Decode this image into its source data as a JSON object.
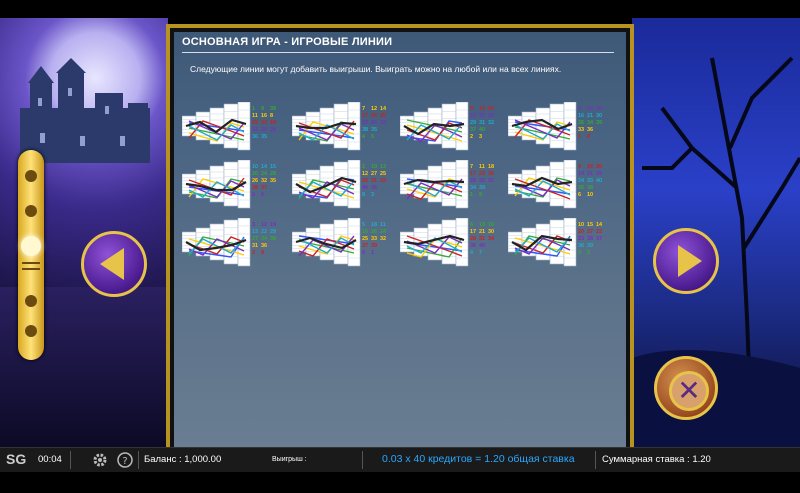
{
  "panel": {
    "title": "ОСНОВНАЯ ИГРА - ИГРОВЫЕ ЛИНИИ",
    "description": "Следующие линии могут добавить выигрыши. Выиграть можно на любой или на всех линиях."
  },
  "lines": [
    {
      "id": "r1c1",
      "labels": [
        "1",
        "11",
        "22",
        "31",
        "36",
        "9",
        "16",
        "23",
        "30",
        "35",
        "39",
        "8",
        "18",
        "28"
      ]
    },
    {
      "id": "r1c2",
      "labels": [
        "7",
        "17",
        "27",
        "38",
        "4",
        "12",
        "24",
        "34",
        "35",
        "5",
        "14",
        "25",
        "33"
      ]
    },
    {
      "id": "r1c3",
      "labels": [
        "9",
        "19",
        "29",
        "37",
        "2",
        "13",
        "23",
        "31",
        "40",
        "3",
        "15",
        "26",
        "32"
      ]
    },
    {
      "id": "r1c4",
      "labels": [
        "6",
        "16",
        "26",
        "33",
        "1",
        "10",
        "21",
        "34",
        "36",
        "8",
        "20",
        "30",
        "39"
      ]
    },
    {
      "id": "r2c1",
      "labels": [
        "10",
        "20",
        "26",
        "38",
        "5",
        "14",
        "24",
        "32",
        "37",
        "6",
        "15",
        "28",
        "35"
      ]
    },
    {
      "id": "r2c2",
      "labels": [
        "2",
        "12",
        "22",
        "40",
        "8",
        "19",
        "27",
        "31",
        "36",
        "3",
        "13",
        "25",
        "33"
      ]
    },
    {
      "id": "r2c3",
      "labels": [
        "7",
        "17",
        "28",
        "34",
        "1",
        "11",
        "23",
        "32",
        "39",
        "9",
        "18",
        "30",
        "37"
      ]
    },
    {
      "id": "r2c4",
      "labels": [
        "4",
        "14",
        "24",
        "35",
        "6",
        "16",
        "21",
        "33",
        "38",
        "10",
        "20",
        "29",
        "40"
      ]
    },
    {
      "id": "r3c1",
      "labels": [
        "3",
        "13",
        "27",
        "31",
        "2",
        "12",
        "22",
        "34",
        "36",
        "8",
        "19",
        "29",
        "38"
      ]
    },
    {
      "id": "r3c2",
      "labels": [
        "5",
        "15",
        "25",
        "37",
        "9",
        "18",
        "26",
        "33",
        "39",
        "1",
        "11",
        "24",
        "32"
      ]
    },
    {
      "id": "r3c3",
      "labels": [
        "6",
        "17",
        "28",
        "35",
        "4",
        "13",
        "21",
        "31",
        "40",
        "7",
        "16",
        "30",
        "34"
      ]
    },
    {
      "id": "r3c4",
      "labels": [
        "10",
        "20",
        "23",
        "36",
        "3",
        "15",
        "27",
        "38",
        "39",
        "2",
        "14",
        "22",
        "37"
      ]
    }
  ],
  "colors": {
    "gold": "#e7c34a",
    "panel_bg": "#4b6584",
    "accent_blue": "#2aa7ff"
  },
  "status_bar": {
    "brand": "SG",
    "time": "00:04",
    "balance_label": "Баланс : 1,000.00",
    "wins_label": "Выигрыш :",
    "bet_formula": "0.03 x 40 кредитов = 1.20 общая ставка",
    "total_bet_label": "Суммарная ставка : 1.20"
  },
  "icons": {
    "settings": "gear-icon",
    "help": "question-icon",
    "prev": "arrow-left-icon",
    "next": "arrow-right-icon",
    "close": "close-icon"
  }
}
